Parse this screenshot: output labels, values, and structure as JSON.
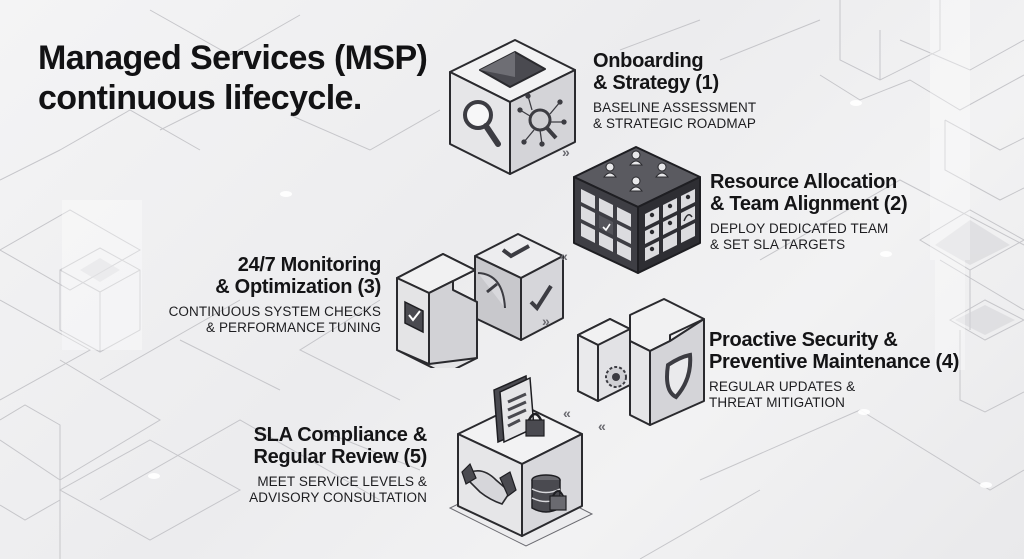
{
  "title": {
    "line1": "Managed Services (MSP)",
    "line2": "continuous lifecycle."
  },
  "steps": [
    {
      "number": 1,
      "heading_line1": "Onboarding",
      "heading_line2": "& Strategy (1)",
      "sub_line1": "BASELINE ASSESSMENT",
      "sub_line2": "& STRATEGIC ROADMAP",
      "icons": [
        "magnifier-icon",
        "fingerprint-network-icon",
        "open-cube-icon"
      ]
    },
    {
      "number": 2,
      "heading_line1": "Resource Allocation",
      "heading_line2": "& Team Alignment (2)",
      "sub_line1": "DEPLOY DEDICATED TEAM",
      "sub_line2": "& SET SLA TARGETS",
      "icons": [
        "team-users-icon",
        "grid-checkbox-icon",
        "user-profiles-grid-icon",
        "headset-icon"
      ]
    },
    {
      "number": 3,
      "heading_line1": "24/7 Monitoring",
      "heading_line2": "& Optimization (3)",
      "sub_line1": "CONTINUOUS SYSTEM CHECKS",
      "sub_line2": "& PERFORMANCE TUNING",
      "icons": [
        "checkbox-icon",
        "gauge-icon",
        "checkmark-icon"
      ]
    },
    {
      "number": 4,
      "heading_line1": "Proactive Security &",
      "heading_line2": "Preventive Maintenance (4)",
      "sub_line1": "REGULAR UPDATES &",
      "sub_line2": "THREAT MITIGATION",
      "icons": [
        "gear-icon",
        "shield-icon"
      ]
    },
    {
      "number": 5,
      "heading_line1": "SLA Compliance &",
      "heading_line2": "Regular Review (5)",
      "sub_line1": "MEET SERVICE LEVELS &",
      "sub_line2": "ADVISORY CONSULTATION",
      "icons": [
        "locked-document-icon",
        "handshake-icon",
        "locked-database-icon"
      ]
    }
  ],
  "flow_arrows": [
    "»",
    "«",
    "»",
    "«",
    "«"
  ],
  "colors": {
    "text": "#121214",
    "cube_light": "#f1f1f2",
    "cube_mid": "#d9d9dc",
    "cube_dark": "#4a4a50",
    "line": "#2a2a2e",
    "grid": "#c4c4c8"
  }
}
